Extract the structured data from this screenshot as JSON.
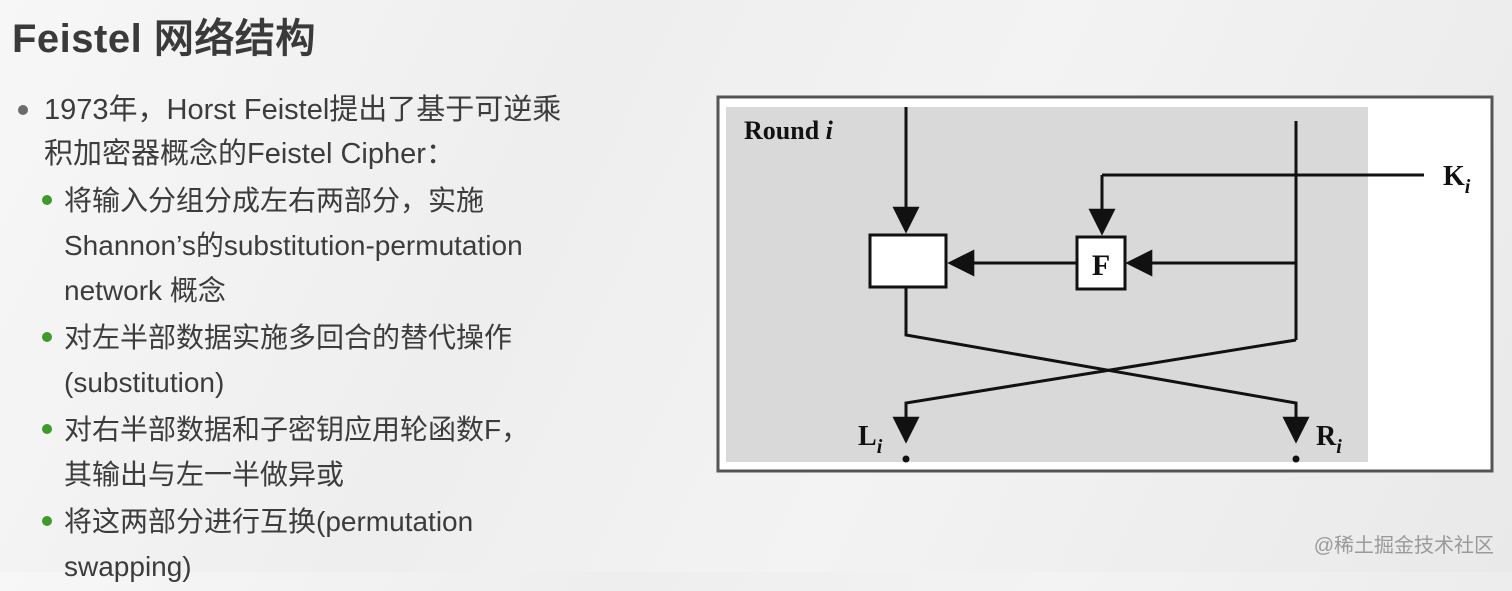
{
  "slide": {
    "title": "Feistel 网络结构",
    "bullet_main": {
      "lines": [
        "1973年，Horst Feistel提出了基于可逆乘",
        "积加密器概念的Feistel Cipher："
      ]
    },
    "sub_bullets": [
      {
        "lines": [
          "将输入分组分成左右两部分，实施",
          "Shannon’s的substitution-permutation",
          "network 概念"
        ]
      },
      {
        "lines": [
          "对左半部数据实施多回合的替代操作",
          "(substitution)"
        ]
      },
      {
        "lines": [
          "对右半部数据和子密钥应用轮函数F，",
          "其输出与左一半做异或"
        ]
      },
      {
        "lines": [
          "将这两部分进行互换(permutation",
          "swapping)"
        ]
      }
    ]
  },
  "diagram": {
    "round_label": "Round",
    "round_var": "i",
    "key_label": "K",
    "key_sub": "i",
    "f_label": "F",
    "l_label": "L",
    "l_sub": "i",
    "r_label": "R",
    "r_sub": "i"
  },
  "watermark": "@稀土掘金技术社区"
}
